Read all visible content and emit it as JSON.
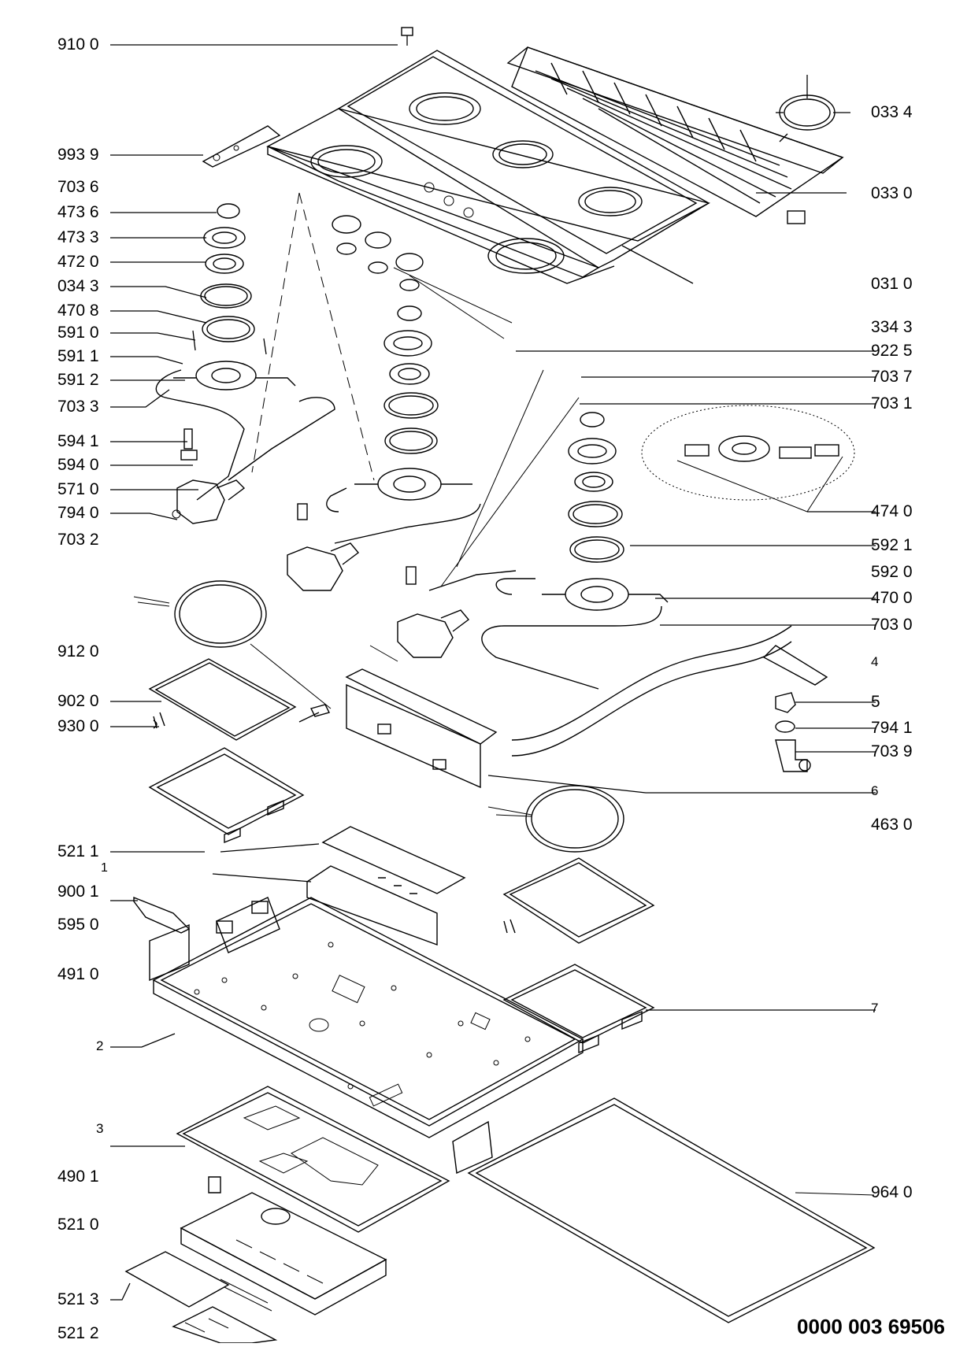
{
  "labels_left": [
    {
      "id": "910-0",
      "text": "910 0"
    },
    {
      "id": "993-9",
      "text": "993 9"
    },
    {
      "id": "703-6",
      "text": "703 6"
    },
    {
      "id": "473-6",
      "text": "473 6"
    },
    {
      "id": "473-3",
      "text": "473 3"
    },
    {
      "id": "472-0",
      "text": "472 0"
    },
    {
      "id": "034-3",
      "text": "034 3"
    },
    {
      "id": "470-8",
      "text": "470 8"
    },
    {
      "id": "591-0",
      "text": "591 0"
    },
    {
      "id": "591-1",
      "text": "591 1"
    },
    {
      "id": "591-2",
      "text": "591 2"
    },
    {
      "id": "703-3",
      "text": "703 3"
    },
    {
      "id": "594-1",
      "text": "594 1"
    },
    {
      "id": "594-0",
      "text": "594 0"
    },
    {
      "id": "571-0",
      "text": "571 0"
    },
    {
      "id": "794-0",
      "text": "794 0"
    },
    {
      "id": "703-2",
      "text": "703 2"
    },
    {
      "id": "912-0",
      "text": "912 0"
    },
    {
      "id": "902-0",
      "text": "902 0"
    },
    {
      "id": "930-0",
      "text": "930 0"
    },
    {
      "id": "521-1",
      "text": "521 1"
    },
    {
      "id": "1",
      "text": "1"
    },
    {
      "id": "900-1",
      "text": "900 1"
    },
    {
      "id": "595-0",
      "text": "595 0"
    },
    {
      "id": "491-0",
      "text": "491 0"
    },
    {
      "id": "2",
      "text": "2"
    },
    {
      "id": "3",
      "text": "3"
    },
    {
      "id": "490-1",
      "text": "490 1"
    },
    {
      "id": "521-0",
      "text": "521 0"
    },
    {
      "id": "521-3",
      "text": "521 3"
    },
    {
      "id": "521-2",
      "text": "521 2"
    }
  ],
  "labels_right": [
    {
      "id": "033-4",
      "text": "033 4"
    },
    {
      "id": "033-0",
      "text": "033 0"
    },
    {
      "id": "031-0",
      "text": "031 0"
    },
    {
      "id": "334-3",
      "text": "334 3"
    },
    {
      "id": "922-5",
      "text": "922 5"
    },
    {
      "id": "703-7",
      "text": "703 7"
    },
    {
      "id": "703-1",
      "text": "703 1"
    },
    {
      "id": "474-0",
      "text": "474 0"
    },
    {
      "id": "592-1",
      "text": "592 1"
    },
    {
      "id": "592-0",
      "text": "592 0"
    },
    {
      "id": "470-0",
      "text": "470 0"
    },
    {
      "id": "703-0",
      "text": "703 0"
    },
    {
      "id": "4",
      "text": "4"
    },
    {
      "id": "5",
      "text": "5"
    },
    {
      "id": "794-1",
      "text": "794 1"
    },
    {
      "id": "703-9",
      "text": "703 9"
    },
    {
      "id": "6",
      "text": "6"
    },
    {
      "id": "463-0",
      "text": "463 0"
    },
    {
      "id": "7",
      "text": "7"
    },
    {
      "id": "964-0",
      "text": "964 0"
    }
  ],
  "document_number": "0000 003 69506"
}
